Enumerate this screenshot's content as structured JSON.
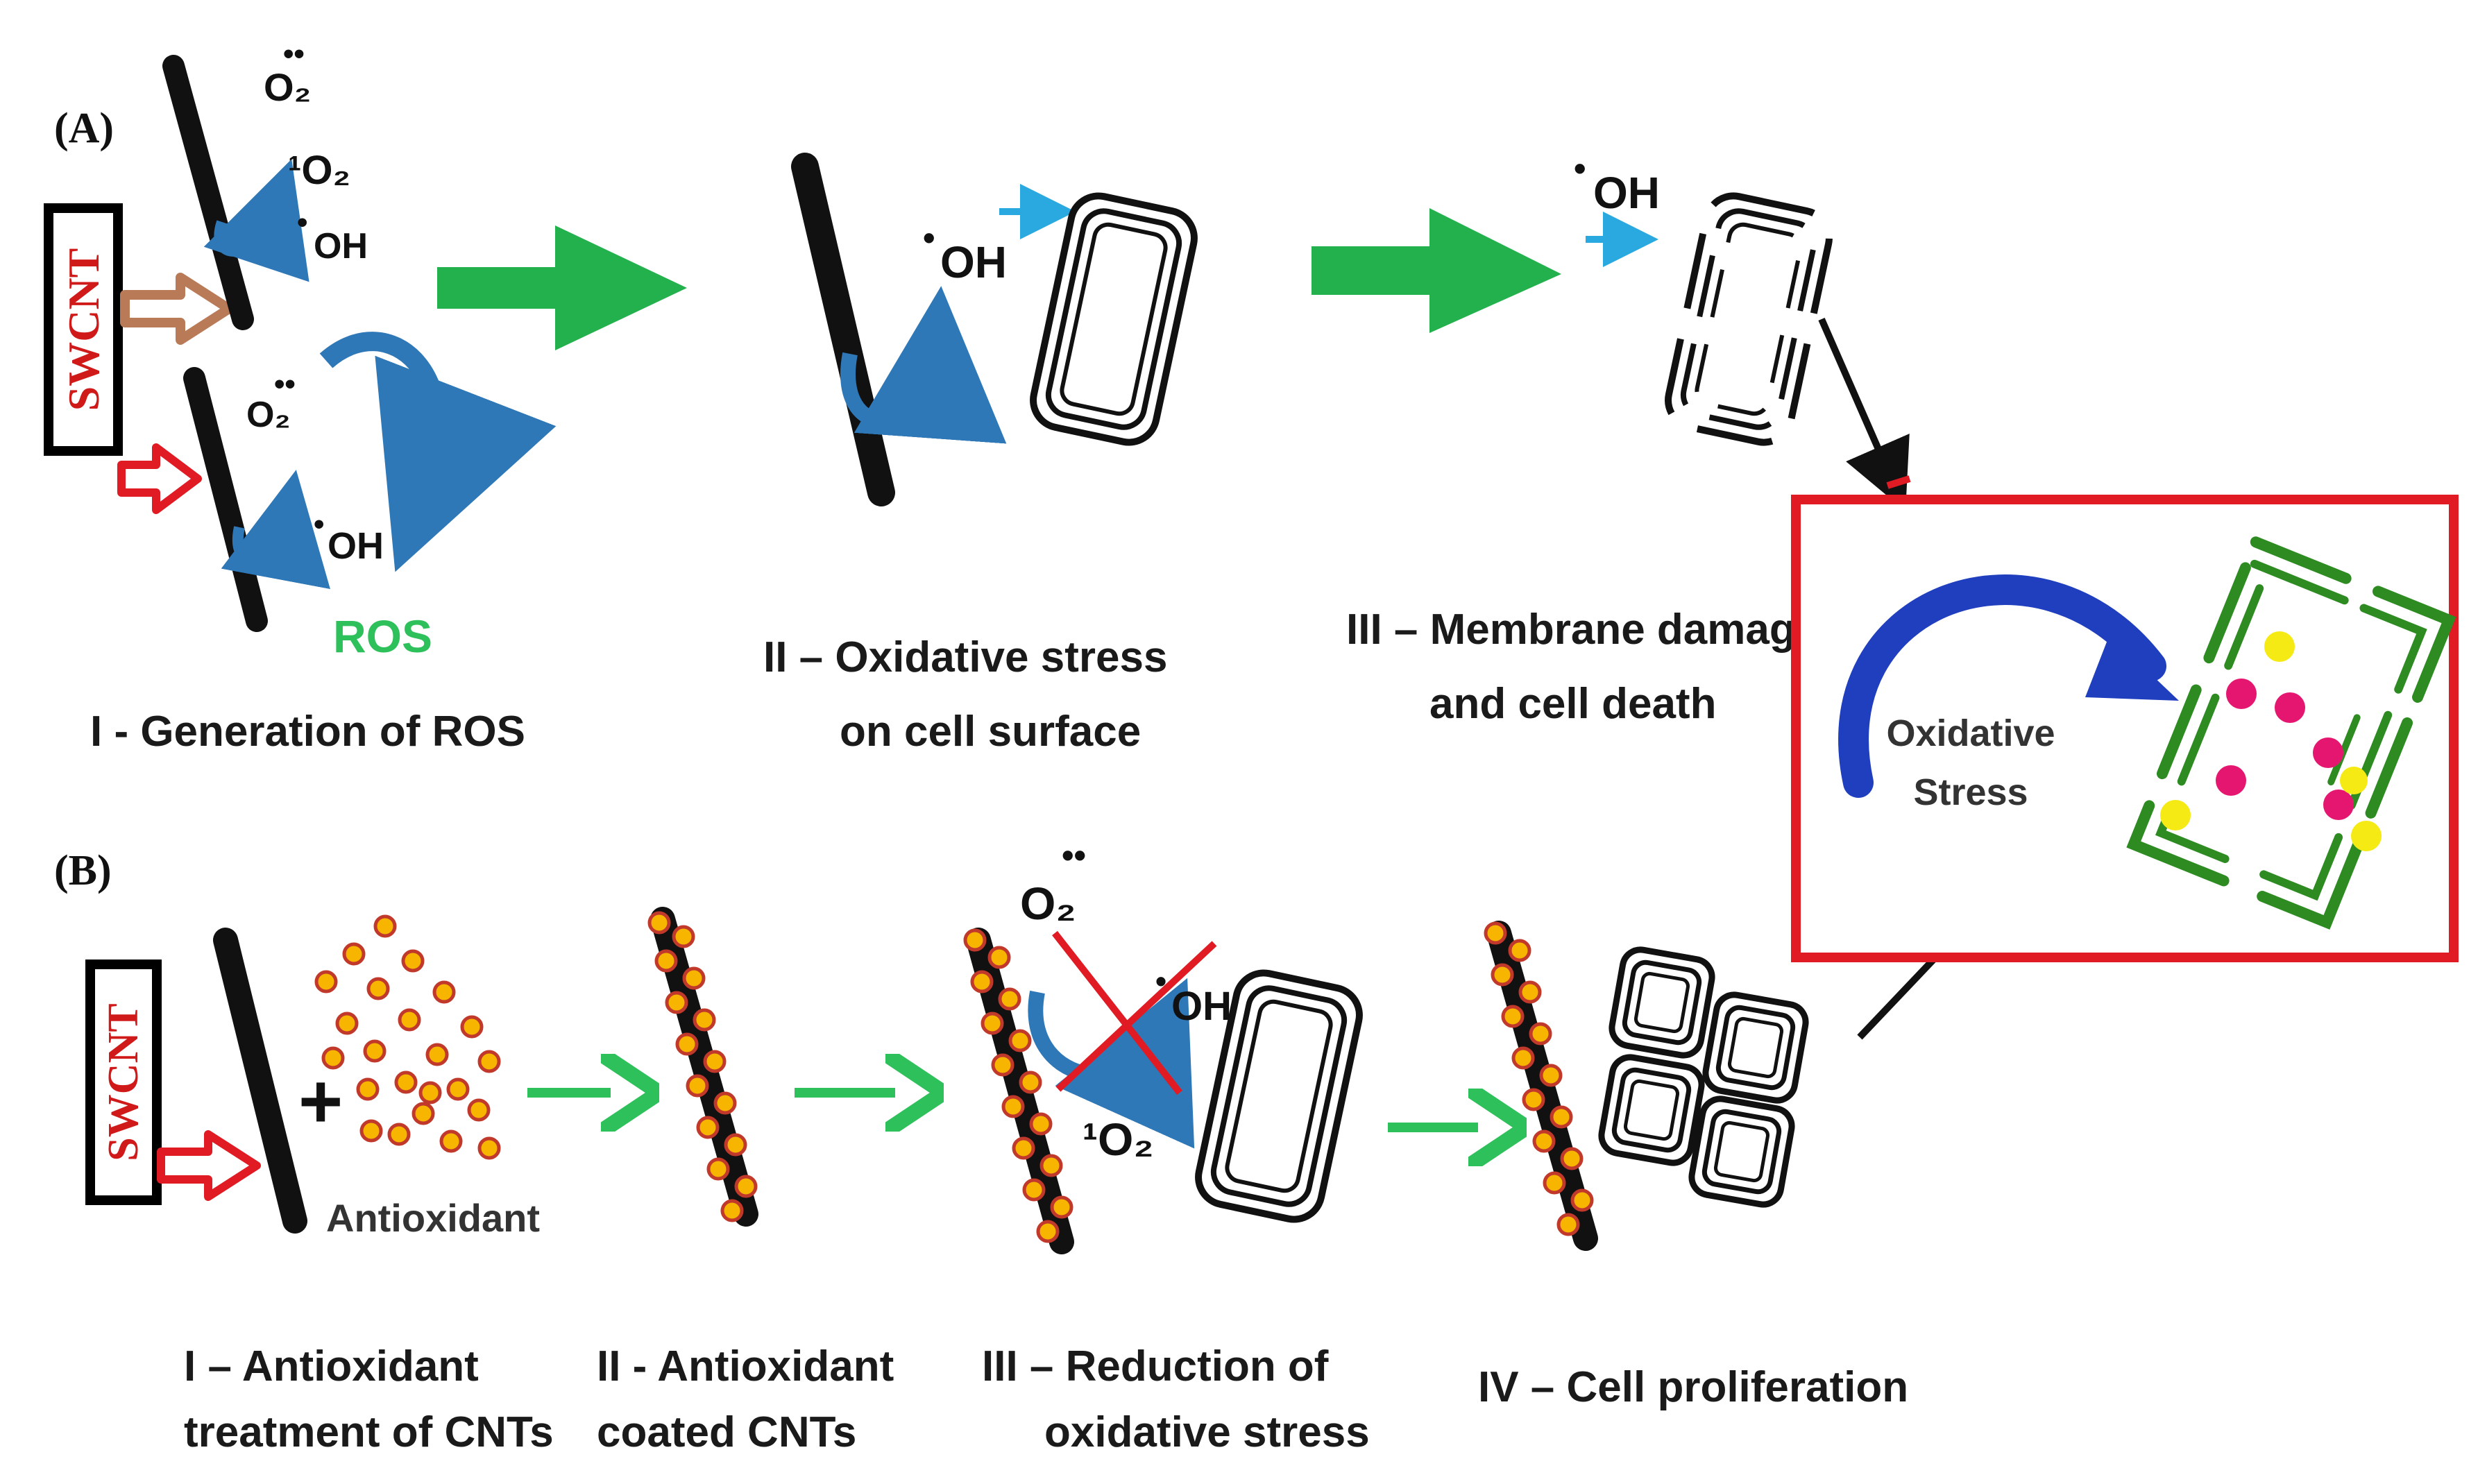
{
  "panel_a": {
    "label": "(A)",
    "swcnt_label": "SWCNT",
    "ros_label": "ROS",
    "species": {
      "superoxide": "O₂",
      "singlet_oxygen": "¹O₂",
      "hydroxyl": "OH"
    },
    "steps": [
      {
        "line1": "I - Generation of ROS",
        "line2": ""
      },
      {
        "line1": "II – Oxidative stress",
        "line2": "on cell surface"
      },
      {
        "line1": "III – Membrane damage",
        "line2": "and cell death"
      }
    ]
  },
  "inset": {
    "line1": "Oxidative",
    "line2": "Stress",
    "border_color": "#e01b24",
    "arc_color": "#1f3fbf",
    "cell_color": "#2e8b22",
    "dot_colors": [
      "#e5166f",
      "#f5ea14"
    ]
  },
  "panel_b": {
    "label": "(B)",
    "swcnt_label": "SWCNT",
    "antioxidant_label": "Antioxidant",
    "steps": [
      {
        "line1": "I – Antioxidant",
        "line2": "treatment of CNTs"
      },
      {
        "line1": "II - Antioxidant",
        "line2": "coated CNTs"
      },
      {
        "line1": "III – Reduction of",
        "line2": "oxidative stress"
      },
      {
        "line1": "IV – Cell proliferation",
        "line2": ""
      }
    ]
  },
  "colors": {
    "big_arrow": "#22b14c",
    "thin_arrow": "#2ec05a",
    "ros_text": "#2ec05a",
    "curl": "#2f78b7",
    "cyan_arrow": "#2aa8e0",
    "red": "#e01b24",
    "brown": "#b97a57",
    "bead_fill": "#f7b500",
    "bead_stroke": "#c0392b"
  }
}
